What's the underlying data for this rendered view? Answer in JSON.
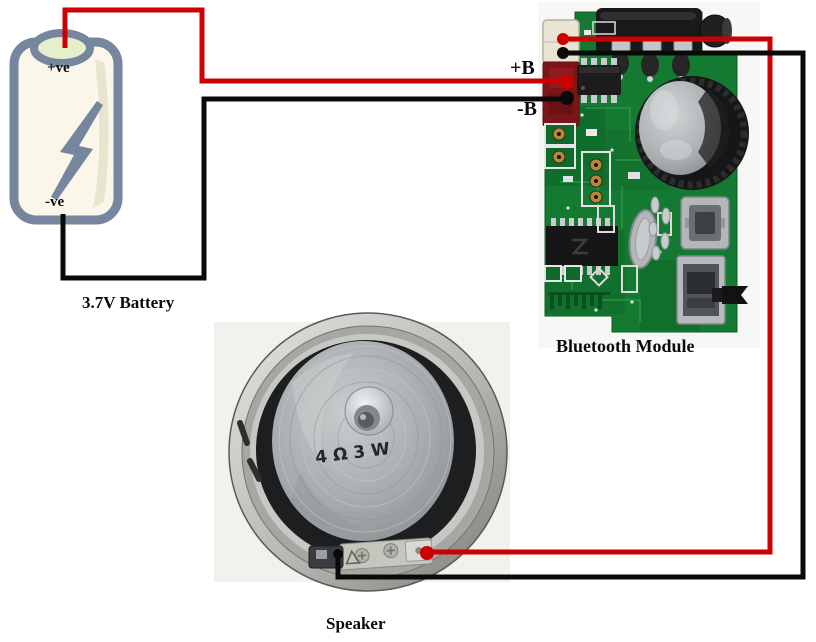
{
  "diagram": {
    "kind": "wiring-diagram",
    "background_color": "#ffffff",
    "wire_colors": {
      "positive": "#cc0000",
      "negative": "#0a0a0a"
    },
    "battery": {
      "label": "3.7V Battery",
      "positive_terminal_label": "+ve",
      "negative_terminal_label": "-ve"
    },
    "module": {
      "label": "Bluetooth Module",
      "positive_input_label": "+B",
      "negative_input_label": "-B"
    },
    "speaker": {
      "label": "Speaker",
      "marking": "4Ω3W"
    }
  }
}
